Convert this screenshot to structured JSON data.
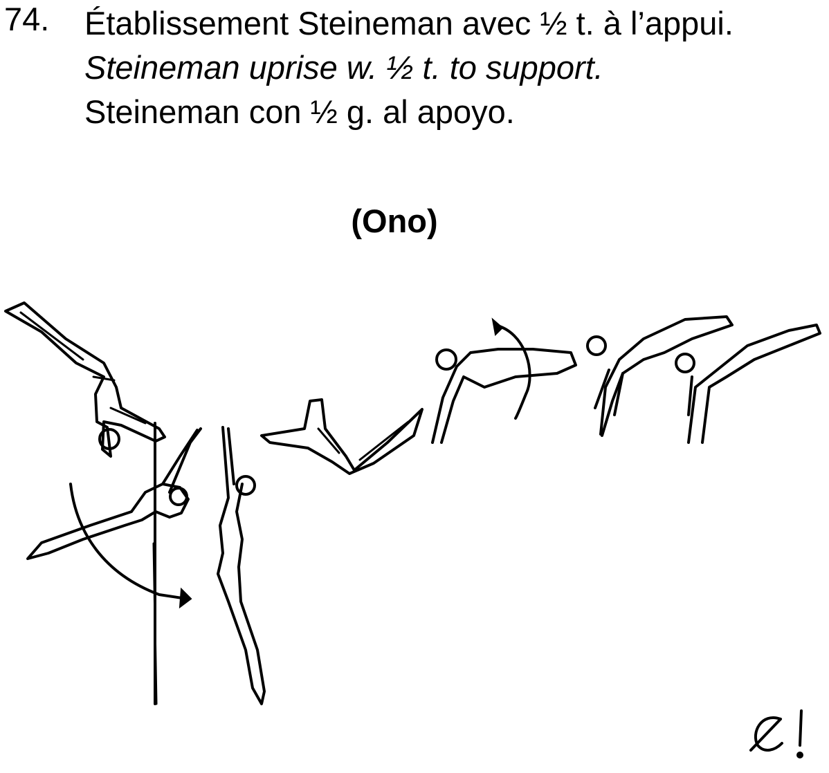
{
  "element": {
    "number": "74.",
    "french": "Établissement Steineman avec ½ t. à l’appui.",
    "english": "Steineman uprise w. ½ t. to support.",
    "spanish": "Steineman con ½ g. al apoyo.",
    "name": "(Ono)"
  },
  "illustration": {
    "description_icon": "gymnast-sequence-drawing",
    "value_mark": "C!"
  }
}
